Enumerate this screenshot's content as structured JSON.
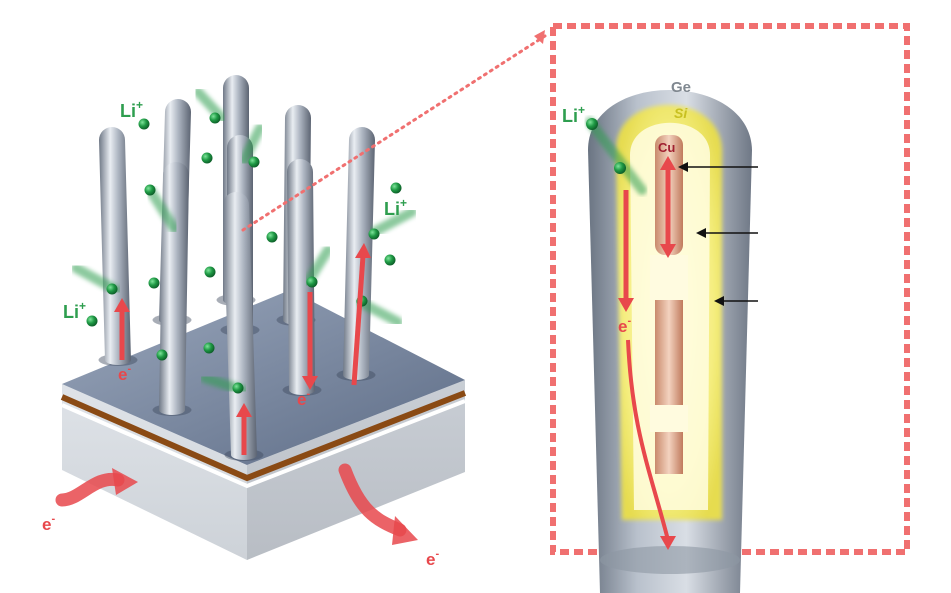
{
  "labels": {
    "li_ion": "Li",
    "li_charge": "+",
    "electron": "e",
    "electron_charge": "-"
  },
  "inset": {
    "layer_outer": "Ge",
    "layer_middle": "Si",
    "layer_core": "Cu"
  },
  "colors": {
    "li_green": "#2e9e4f",
    "electron_red": "#e8484c",
    "inset_border": "#f07070",
    "ge_label": "#808890",
    "si_label": "#c8c020",
    "cu_label": "#a02030",
    "rod_metal": "#a8b0bc",
    "substrate_top": "#7f8ea6"
  }
}
